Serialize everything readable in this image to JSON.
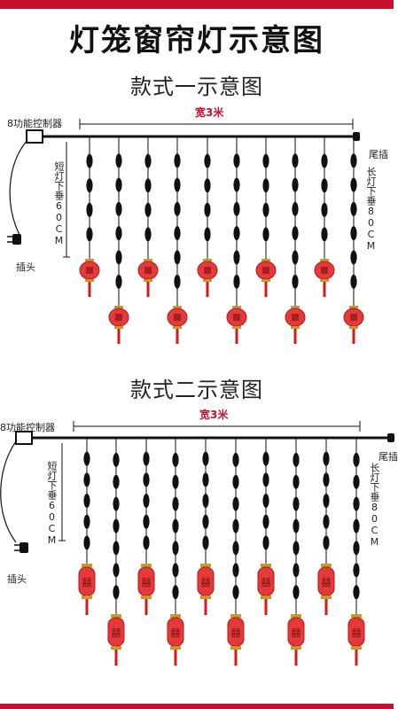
{
  "title": "灯笼窗帘灯示意图",
  "sections": [
    {
      "title": "款式一示意图",
      "controller_label": "8功能控制器",
      "width_label": "宽3米",
      "short_label": "短灯下垂60CM",
      "long_label": "长灯下垂80CM",
      "tail_label": "尾插",
      "plug_label": "插头",
      "lantern_style": "round"
    },
    {
      "title": "款式二示意图",
      "controller_label": "8功能控制器",
      "width_label": "宽3米",
      "short_label": "短灯下垂60CM",
      "long_label": "长灯下垂80CM",
      "tail_label": "尾插",
      "plug_label": "插头",
      "lantern_style": "oval",
      "lantern_text": "囍"
    }
  ],
  "colors": {
    "accent": "#c8102e",
    "lantern": "#e63a3a",
    "wire": "#111111"
  }
}
